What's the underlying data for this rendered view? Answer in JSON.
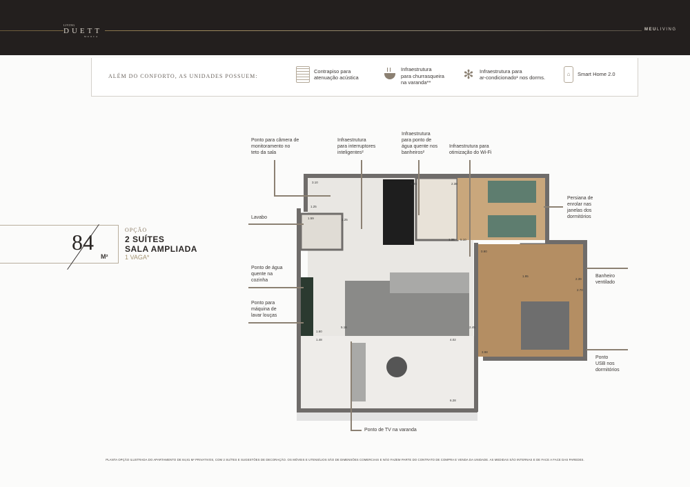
{
  "header": {
    "logo_top": "LIVING",
    "logo_main": "DUETT",
    "logo_sub": "MOOCA",
    "brand_bold": "MEU",
    "brand_light": "LIVING"
  },
  "features": {
    "title": "ALÉM DO CONFORTO, AS UNIDADES POSSUEM:",
    "items": [
      {
        "icon": "acoustic-floor-icon",
        "line1": "Contrapiso para",
        "line2": "atenuação acústica",
        "line3": ""
      },
      {
        "icon": "barbecue-icon",
        "line1": "Infraestrutura",
        "line2": "para churrasqueira",
        "line3": "na varanda**"
      },
      {
        "icon": "air-conditioning-icon",
        "line1": "Infraestrutura para",
        "line2": "ar-condicionado¹ nos dorms.",
        "line3": ""
      },
      {
        "icon": "smart-home-icon",
        "line1": "Smart Home 2.0",
        "line2": "",
        "line3": ""
      }
    ]
  },
  "unit": {
    "area": "84",
    "unit": "M²",
    "option": "OPÇÃO",
    "line1": "2 SUÍTES",
    "line2": "SALA AMPLIADA",
    "parking": "1 VAGA*"
  },
  "callouts": {
    "camera": [
      "Ponto para câmera de",
      "monitoramento no",
      "teto da sala"
    ],
    "switches": [
      "Infraestrutura",
      "para interruptores",
      "inteligentes²"
    ],
    "hotwater_bath": [
      "Infraestrutura",
      "para ponto de",
      "água quente nos",
      "banheiros²"
    ],
    "wifi": [
      "Infraestrutura para",
      "otimização do Wi-Fi"
    ],
    "lavabo": [
      "Lavabo"
    ],
    "hotwater_kitchen": [
      "Ponto de água",
      "quente na",
      "cozinha"
    ],
    "dishwasher": [
      "Ponto para",
      "máquina de",
      "lavar louças"
    ],
    "blinds": [
      "Persiana de",
      "enrolar nas",
      "janelas dos",
      "dormitórios"
    ],
    "bathroom": [
      "Banheiro",
      "ventilado"
    ],
    "usb": [
      "Ponto",
      "USB nos",
      "dormitórios"
    ],
    "tv": [
      "Ponto de TV na varanda"
    ]
  },
  "dimensions": [
    "3.10",
    "1.25",
    "1.59",
    "1.25",
    "3.35",
    "2.38",
    "1.35",
    "5.10",
    "0.90",
    "1.95",
    "2.39",
    "2.70",
    "1.60",
    "1.48",
    "5.16",
    "2.45",
    "4.02",
    "3.98",
    "6.28"
  ],
  "footer": "PLANTA OPÇÃO ILUSTRADA DO APARTAMENTO DE 84,81 M² PRIVATIVOS, COM 2 SUÍTES E SUGESTÕES DE DECORAÇÃO. OS MÓVEIS E UTENSÍLIOS SÃO DE DIMENSÕES COMERCIAIS E NÃO FAZEM PARTE DO CONTRATO DE COMPRA E VENDA DA UNIDADE. AS MEDIDAS SÃO INTERNAS E DE FACE A FACE DAS PAREDES."
}
